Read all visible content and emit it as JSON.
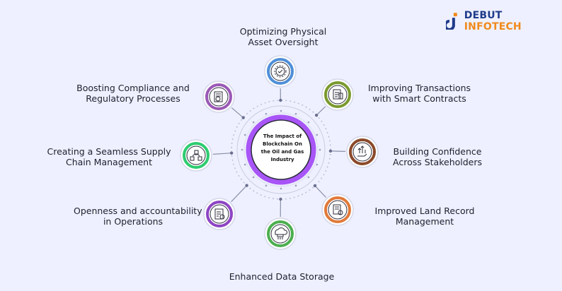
{
  "brand": {
    "name_part1": "DEBUT",
    "name_part2": "INFOTECH",
    "colors": {
      "dark": "#1f3a8a",
      "accent": "#f08a1c"
    }
  },
  "center": {
    "title_lines": [
      "The Impact of",
      "Blockchain On",
      "the Oil and Gas",
      "Industry"
    ],
    "ring_color": "#a855f7"
  },
  "nodes": [
    {
      "key": "top",
      "lines": [
        "Optimizing Physical",
        "Asset Oversight"
      ],
      "color": "#4f8fd8",
      "icon": "gear-check-icon"
    },
    {
      "key": "top-right",
      "lines": [
        "Improving Transactions",
        "with Smart Contracts"
      ],
      "color": "#7a9a2e",
      "icon": "contract-document-icon"
    },
    {
      "key": "right",
      "lines": [
        "Building Confidence",
        "Across Stakeholders"
      ],
      "color": "#8b4a2b",
      "icon": "growth-hand-icon"
    },
    {
      "key": "bottom-right",
      "lines": [
        "Improved Land Record",
        "Management"
      ],
      "color": "#e07a3a",
      "icon": "record-gear-icon"
    },
    {
      "key": "bottom",
      "lines": [
        "Enhanced Data Storage"
      ],
      "color": "#4caf50",
      "icon": "cloud-storage-icon"
    },
    {
      "key": "bottom-left",
      "lines": [
        "Openness and accountability",
        "in Operations"
      ],
      "color": "#8e44c4",
      "icon": "checklist-icon"
    },
    {
      "key": "left",
      "lines": [
        "Creating a Seamless Supply",
        "Chain Management"
      ],
      "color": "#2ecc71",
      "icon": "supply-chain-icon"
    },
    {
      "key": "top-left",
      "lines": [
        "Boosting Compliance and",
        "Regulatory Processes"
      ],
      "color": "#9b59b6",
      "icon": "compliance-document-icon"
    }
  ]
}
